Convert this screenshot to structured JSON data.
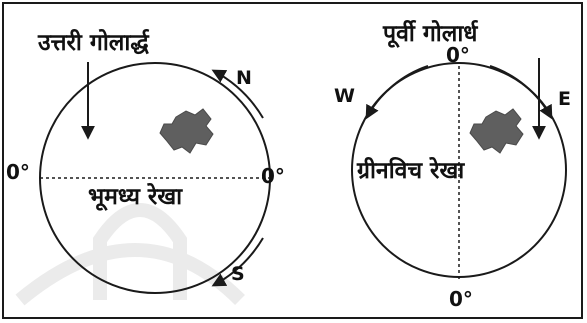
{
  "left_panel": {
    "title": "उत्तरी गोलार्द्ध",
    "equator_label": "भूमध्य रेखा",
    "degree_left": "0°",
    "degree_right": "0°",
    "arrow_north": "N",
    "arrow_south": "S"
  },
  "right_panel": {
    "title": "पूर्वी गोलार्ध",
    "meridian_label": "ग्रीनविच रेखा",
    "degree_top": "0°",
    "degree_bottom": "0°",
    "arrow_west": "W",
    "arrow_east": "E"
  },
  "colors": {
    "line": "#1a1a1a",
    "map_shape": "#5f5f5f",
    "watermark": "#ebebeb"
  },
  "icons": [
    "rajasthan-map-icon",
    "rajasthan-map-icon"
  ]
}
